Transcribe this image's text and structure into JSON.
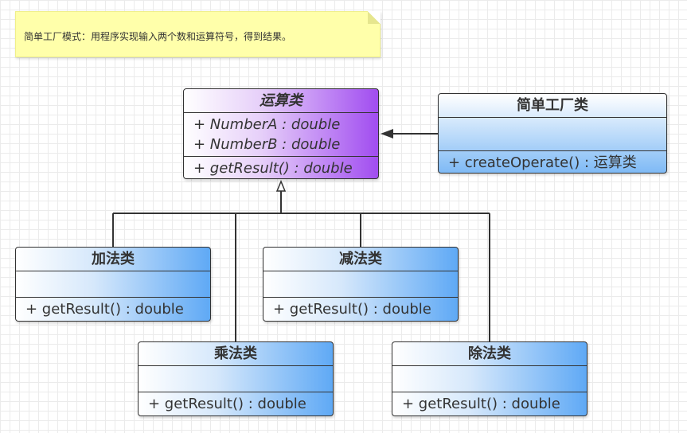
{
  "note": {
    "text": "简单工厂模式：用程序实现输入两个数和运算符号，得到结果。"
  },
  "classes": {
    "operation": {
      "name": "运算类",
      "attributes": [
        "+ NumberA : double",
        "+ NumberB : double"
      ],
      "operations": [
        "+ getResult() : double"
      ]
    },
    "factory": {
      "name": "简单工厂类",
      "operations": [
        "+ createOperate() : 运算类"
      ]
    },
    "add": {
      "name": "加法类",
      "operations": [
        "+ getResult() : double"
      ]
    },
    "sub": {
      "name": "减法类",
      "operations": [
        "+ getResult() : double"
      ]
    },
    "mul": {
      "name": "乘法类",
      "operations": [
        "+ getResult() : double"
      ]
    },
    "div": {
      "name": "除法类",
      "operations": [
        "+ getResult() : double"
      ]
    }
  },
  "colors": {
    "line": "#333333",
    "note_fill": "#ffffaa",
    "class_blue": "#5fa9f5",
    "class_purple": "#a14df0"
  }
}
